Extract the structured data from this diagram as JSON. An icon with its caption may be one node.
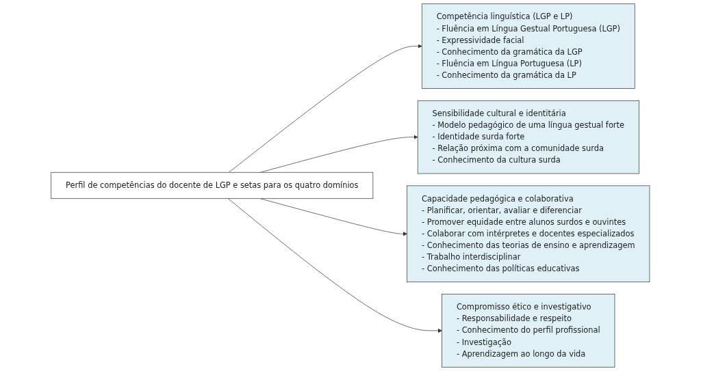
{
  "diagram": {
    "nodes": [
      {
        "text": [
          "Competência linguística (LGP e LP)",
          "- Fluência em Língua Gestual Portuguesa (LGP)",
          "- Expressividade facial",
          "- Conhecimento da gramática da LGP",
          "- Fluência em Língua Portuguesa (LP)",
          "- Conhecimento da gramática da LP"
        ]
      },
      {
        "text": [
          "Sensibilidade cultural e identitária",
          "- Modelo pedagógico de uma língua gestual forte",
          "- Identidade surda forte",
          "- Relação próxima com a comunidade surda",
          "- Conhecimento da cultura surda"
        ]
      },
      {
        "text": [
          "Perfil de competências do docente de LGP e setas para os quatro domínios"
        ]
      },
      {
        "text": [
          "Capacidade pedagógica e colaborativa",
          "- Planificar, orientar, avaliar e diferenciar",
          "- Promover equidade entre alunos surdos e ouvintes",
          "- Colaborar com intérpretes e docentes especializados",
          "- Conhecimento das teorias de ensino e aprendizagem",
          "- Trabalho interdisciplinar",
          "- Conhecimento das políticas educativas"
        ]
      },
      {
        "text": [
          "Compromisso ético e investigativo",
          "- Responsabilidade e respeito",
          "- Conhecimento do perfil profissional",
          "- Investigação",
          "- Aprendizagem ao longo da vida"
        ]
      }
    ],
    "edges": [
      {
        "from": 2,
        "to": 0,
        "arrow": "to"
      },
      {
        "from": 2,
        "to": 1,
        "arrow": "to"
      },
      {
        "from": 2,
        "to": 3,
        "arrow": "to"
      },
      {
        "from": 2,
        "to": 4,
        "arrow": "to"
      }
    ]
  }
}
